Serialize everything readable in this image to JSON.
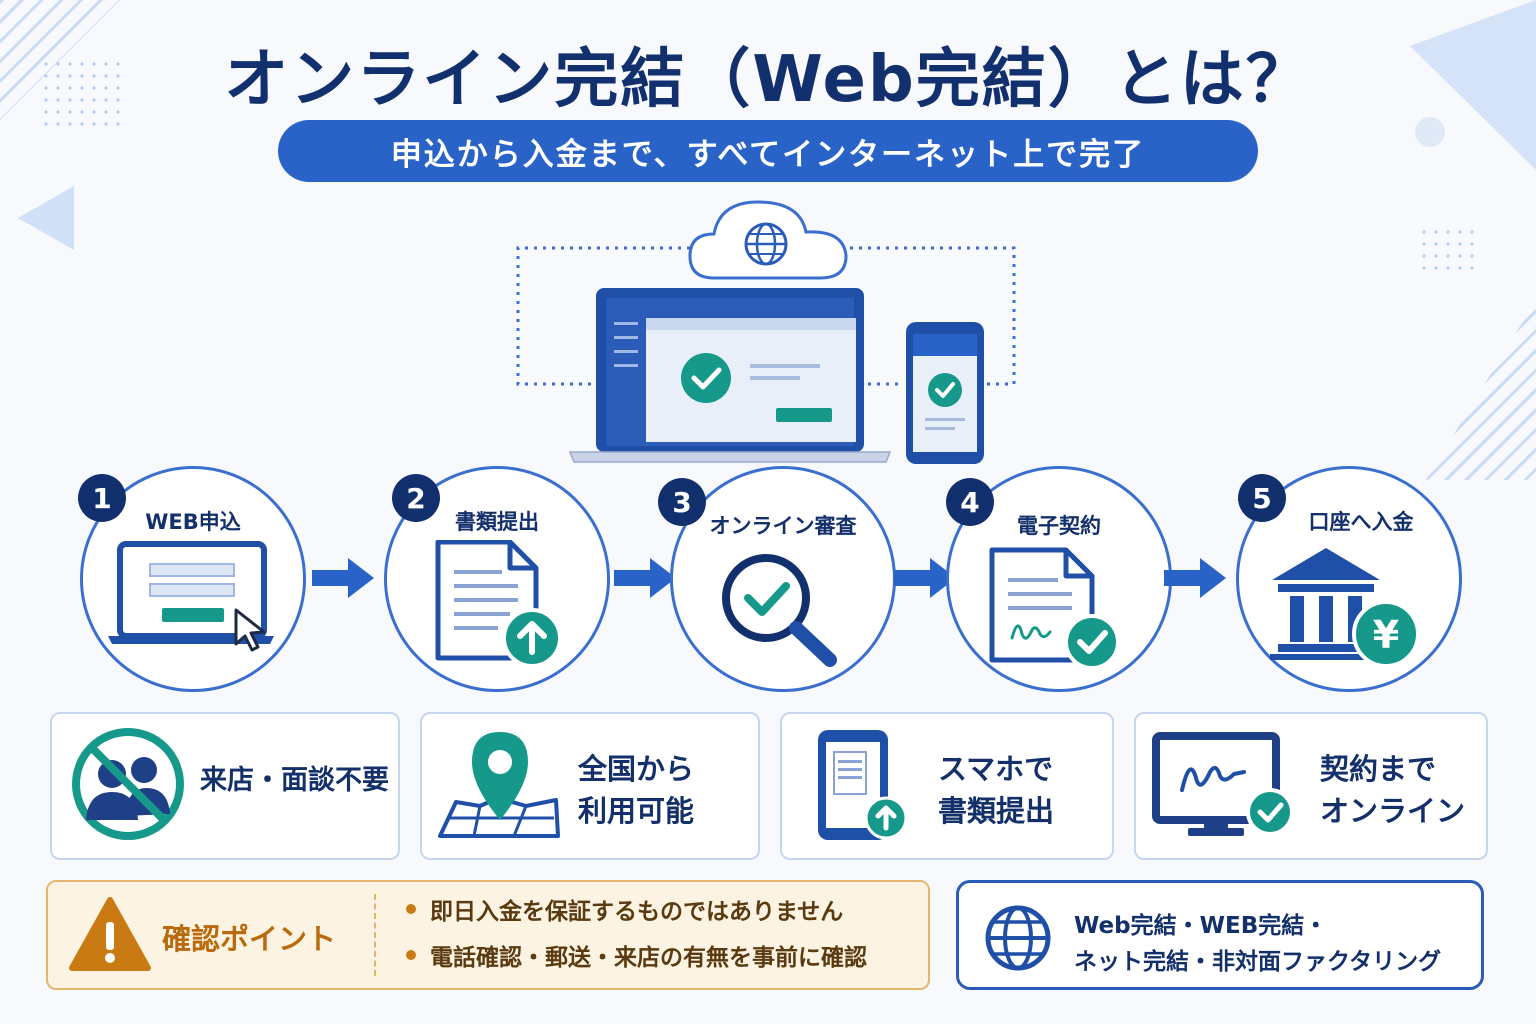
{
  "title": "オンライン完結（Web完結）とは？",
  "subtitle": "申込から入金まで、すべてインターネット上で完了",
  "steps": [
    {
      "num": "1",
      "label": "WEB申込"
    },
    {
      "num": "2",
      "label": "書類提出"
    },
    {
      "num": "3",
      "label": "オンライン審査"
    },
    {
      "num": "4",
      "label": "電子契約"
    },
    {
      "num": "5",
      "label": "口座へ入金"
    }
  ],
  "features": [
    {
      "label": "来店・面談不要"
    },
    {
      "label": "全国から\n利用可能"
    },
    {
      "label": "スマホで\n書類提出"
    },
    {
      "label": "契約まで\nオンライン"
    }
  ],
  "notice": {
    "title": "確認ポイント",
    "items": [
      "即日入金を保証するものではありません",
      "電話確認・郵送・来店の有無を事前に確認"
    ]
  },
  "keywords": {
    "line1": "Web完結・WEB完結・",
    "line2": "ネット完結・非対面ファクタリング"
  },
  "colors": {
    "navy": "#13306e",
    "blue": "#2a63c8",
    "teal": "#16998b",
    "warning": "#c97a12"
  }
}
